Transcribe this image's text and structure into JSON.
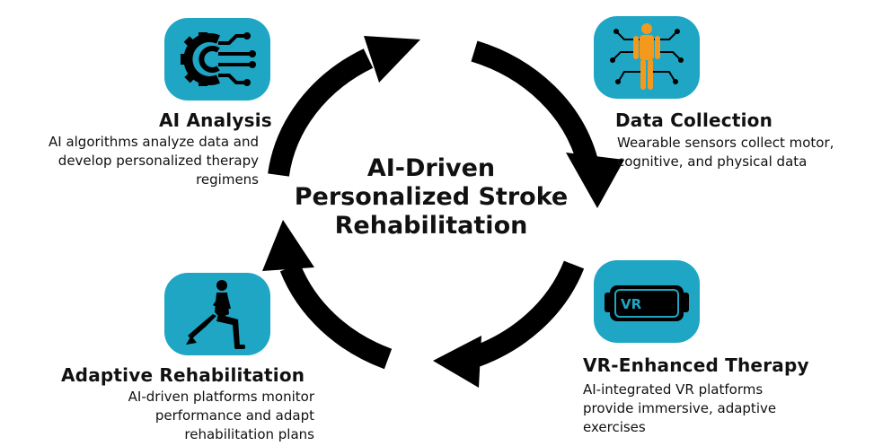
{
  "center": {
    "line1": "AI-Driven",
    "line2": "Personalized Stroke",
    "line3": "Rehabilitation"
  },
  "stages": {
    "ai_analysis": {
      "title": "AI Analysis",
      "desc_line1": "AI algorithms analyze data and",
      "desc_line2": "develop personalized therapy",
      "desc_line3": "regimens",
      "icon": "gear-circuit-icon"
    },
    "data_collection": {
      "title": "Data Collection",
      "desc_line1": "Wearable sensors collect motor,",
      "desc_line2": "cognitive, and physical data",
      "icon": "human-body-sensors-icon"
    },
    "vr_therapy": {
      "title": "VR-Enhanced Therapy",
      "desc_line1": "AI-integrated VR platforms",
      "desc_line2": "provide immersive, adaptive",
      "desc_line3": "exercises",
      "icon": "vr-headset-icon",
      "icon_text": "VR"
    },
    "adaptive_rehab": {
      "title": "Adaptive Rehabilitation",
      "desc_line1": "AI-driven platforms monitor",
      "desc_line2": "performance and adapt",
      "desc_line3": "rehabilitation plans",
      "icon": "lunge-exercise-icon"
    }
  },
  "colors": {
    "accent": "#1ea6c4",
    "arrow": "#000000",
    "figure": "#f39a1e",
    "text": "#111111"
  }
}
